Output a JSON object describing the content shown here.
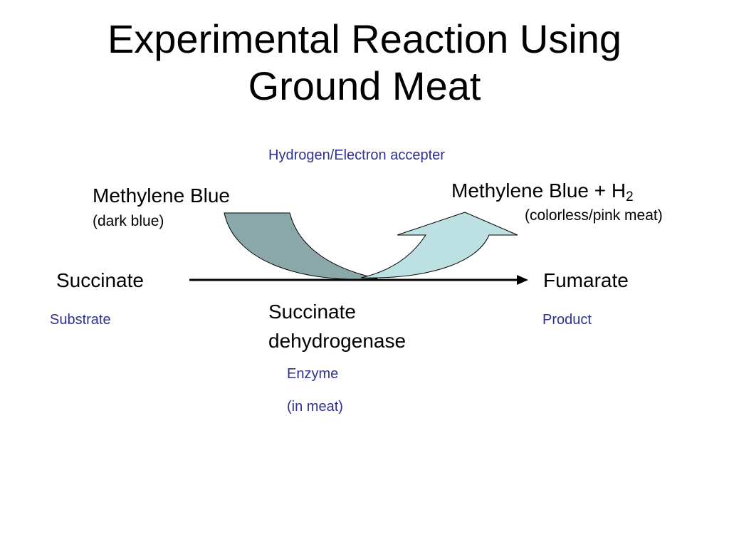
{
  "title": {
    "line1": "Experimental Reaction Using",
    "line2": "Ground Meat"
  },
  "labels": {
    "hydrogen_acceptor": "Hydrogen/Electron accepter",
    "methylene_blue": "Methylene Blue",
    "methylene_blue_color": "(dark blue)",
    "methylene_blue_h2_prefix": "Methylene Blue + H",
    "methylene_blue_h2_subscript": "2",
    "methylene_blue_h2_color": "(colorless/pink meat)",
    "succinate": "Succinate",
    "substrate": "Substrate",
    "fumarate": "Fumarate",
    "product": "Product",
    "enzyme_name_line1": "Succinate",
    "enzyme_name_line2": "dehydrogenase",
    "enzyme": "Enzyme",
    "enzyme_location": "(in meat)"
  },
  "colors": {
    "text": "#000000",
    "annotation_blue": "#2e3192",
    "curved_arrow_dark": "#8aa8aa",
    "curved_arrow_light": "#bde0e3",
    "reaction_arrow": "#000000"
  }
}
